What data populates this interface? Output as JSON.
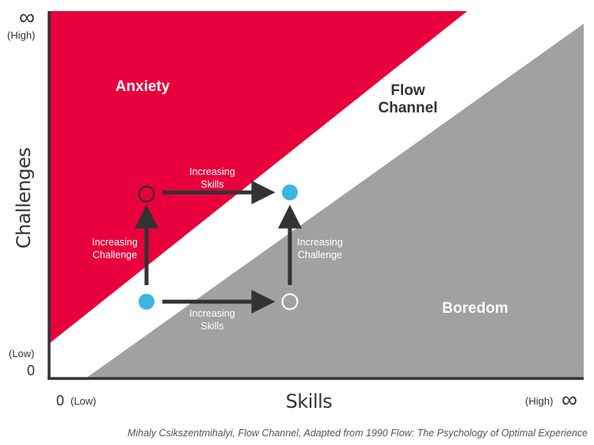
{
  "axes": {
    "y": {
      "title": "Challenges",
      "top_symbol": "∞",
      "top_label": "(High)",
      "bottom_label": "(Low)",
      "bottom_value": "0"
    },
    "x": {
      "title": "Skills",
      "left_value": "0",
      "left_label": "(Low)",
      "right_label": "(High)",
      "right_symbol": "∞"
    }
  },
  "regions": {
    "anxiety": {
      "label": "Anxiety",
      "color": "#E8003D"
    },
    "flow": {
      "label_line1": "Flow",
      "label_line2": "Channel",
      "color": "#FFFFFF"
    },
    "boredom": {
      "label": "Boredom",
      "color": "#A0A1A3"
    }
  },
  "annotations": {
    "skills_top_line1": "Increasing",
    "skills_top_line2": "Skills",
    "challenge_left_line1": "Increasing",
    "challenge_left_line2": "Challenge",
    "challenge_right_line1": "Increasing",
    "challenge_right_line2": "Challenge",
    "skills_bottom_line1": "Increasing",
    "skills_bottom_line2": "Skills"
  },
  "colors": {
    "dot_fill": "#3CB6E0",
    "arrow": "#333333",
    "axis": "#333333"
  },
  "caption": "Mihaly Csikszentmihalyi, Flow Channel, Adapted from 1990 Flow: The Psychology of Optimal Experience"
}
